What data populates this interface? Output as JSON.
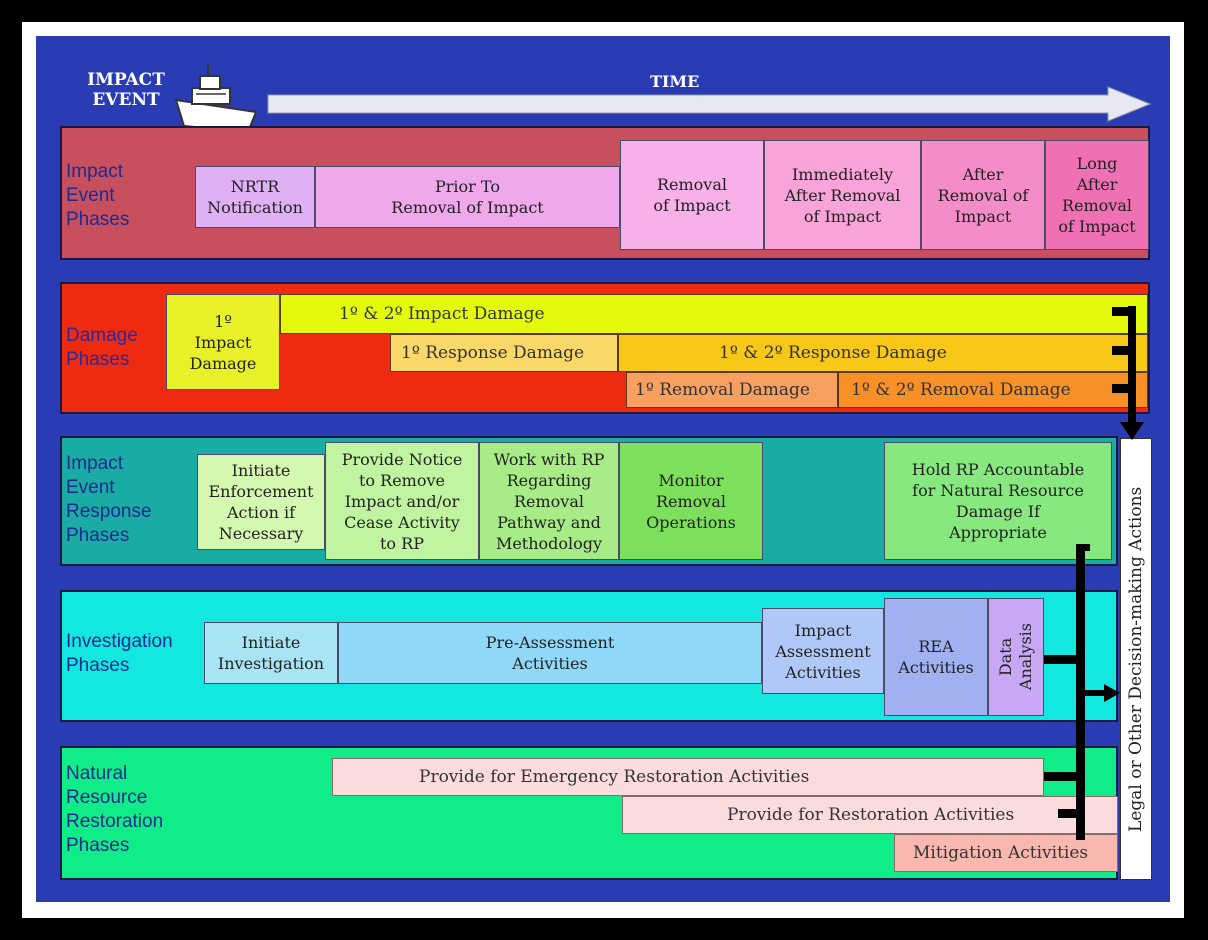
{
  "header": {
    "impact_event": "IMPACT\nEVENT",
    "time": "TIME"
  },
  "rows": {
    "impact_event_phases": {
      "label": "Impact\nEvent\nPhases",
      "boxes": [
        "NRTR\nNotification",
        "Prior To\nRemoval of Impact",
        "Removal\nof Impact",
        "Immediately\nAfter Removal\nof Impact",
        "After\nRemoval of\nImpact",
        "Long\nAfter\nRemoval\nof Impact"
      ]
    },
    "damage_phases": {
      "label": "Damage\nPhases",
      "primary_impact": "1º\nImpact\nDamage",
      "bars": [
        "1º & 2º  Impact Damage",
        "1º Response Damage",
        "1º & 2º  Response Damage",
        "1º Removal Damage",
        "1º & 2º  Removal Damage"
      ]
    },
    "response_phases": {
      "label": "Impact\nEvent\nResponse\nPhases",
      "boxes": [
        "Initiate\nEnforcement\nAction if\nNecessary",
        "Provide Notice\nto Remove\nImpact and/or\nCease Activity\nto RP",
        "Work with RP\nRegarding\nRemoval\nPathway and\nMethodology",
        "Monitor\nRemoval\nOperations",
        "Hold RP Accountable\nfor Natural Resource\nDamage If\nAppropriate"
      ]
    },
    "investigation_phases": {
      "label": "Investigation\nPhases",
      "boxes": [
        "Initiate\nInvestigation",
        "Pre-Assessment\nActivities",
        "Impact\nAssessment\nActivities",
        "REA\nActivities",
        "Data\nAnalysis"
      ]
    },
    "restoration_phases": {
      "label": "Natural\nResource\nRestoration\nPhases",
      "bars": [
        "Provide for Emergency Restoration Activities",
        "Provide for Restoration Activities",
        "Mitigation Activities"
      ]
    }
  },
  "legal_box": "Legal or Other Decision-making Actions",
  "colors": {
    "background": "#2a3cb4",
    "impact_row": "#c8505e",
    "damage_row": "#ee2a10",
    "response_row": "#1aaca4",
    "investigation_row": "#12e8e0",
    "restoration_row": "#10ec88"
  }
}
